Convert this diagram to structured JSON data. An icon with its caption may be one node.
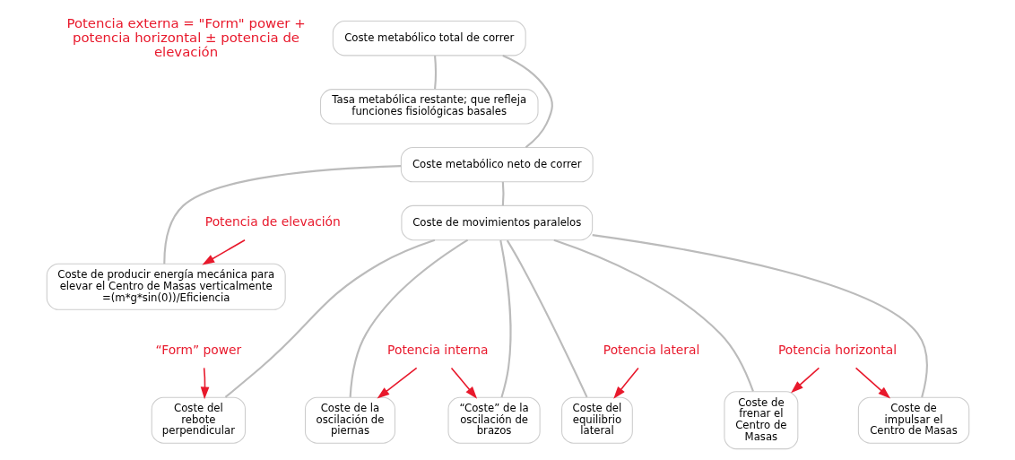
{
  "diagram": {
    "nodes": [
      {
        "text": [
          "Coste metabólico total de correr"
        ]
      },
      {
        "text": [
          "Tasa metabólica restante; que refleja funciones fisiológicas basales"
        ]
      },
      {
        "text": [
          "Coste metabólico neto de correr"
        ]
      },
      {
        "text": [
          "Coste de movimientos paralelos"
        ]
      },
      {
        "text": [
          "Coste de producir energía mecánica para elevar el Centro de Masas verticalmente =(m*g*sin(0))/Eficiencia"
        ]
      },
      {
        "text": [
          "Potencia de elevación"
        ]
      },
      {
        "text": [
          "Coste del rebote perpendicular"
        ]
      },
      {
        "text": [
          "Coste de la oscilación de piernas"
        ]
      },
      {
        "text": [
          "“Coste” de la oscilación de brazos"
        ]
      },
      {
        "text": [
          "Coste del equilibrio lateral"
        ]
      },
      {
        "text": [
          "Coste de frenar el Centro de Masas"
        ]
      },
      {
        "text": [
          "Coste de impulsar el Centro de Masas"
        ]
      },
      {
        "text": [
          "“Form” power"
        ]
      },
      {
        "text": [
          "Potencia interna"
        ]
      },
      {
        "text": [
          "Potencia lateral"
        ]
      },
      {
        "text": [
          "Potencia horizontal"
        ]
      }
    ],
    "edges": [
      {
        "from": 0,
        "to": 1,
        "arrow": "none"
      },
      {
        "from": 0,
        "to": 2,
        "arrow": "none"
      },
      {
        "from": 2,
        "to": 3,
        "arrow": "none"
      },
      {
        "from": 2,
        "to": 4,
        "arrow": "none"
      },
      {
        "from": 5,
        "to": 4,
        "arrow": "to",
        "color": "#e8192c"
      },
      {
        "from": 3,
        "to": 6,
        "arrow": "none"
      },
      {
        "from": 3,
        "to": 7,
        "arrow": "none"
      },
      {
        "from": 3,
        "to": 8,
        "arrow": "none"
      },
      {
        "from": 3,
        "to": 9,
        "arrow": "none"
      },
      {
        "from": 3,
        "to": 10,
        "arrow": "none"
      },
      {
        "from": 3,
        "to": 11,
        "arrow": "none"
      },
      {
        "from": 12,
        "to": 6,
        "arrow": "to",
        "color": "#e8192c"
      },
      {
        "from": 13,
        "to": 7,
        "arrow": "to",
        "color": "#e8192c"
      },
      {
        "from": 13,
        "to": 8,
        "arrow": "to",
        "color": "#e8192c"
      },
      {
        "from": 14,
        "to": 9,
        "arrow": "to",
        "color": "#e8192c"
      },
      {
        "from": 15,
        "to": 10,
        "arrow": "to",
        "color": "#e8192c"
      },
      {
        "from": 15,
        "to": 11,
        "arrow": "to",
        "color": "#e8192c"
      }
    ],
    "labels": [
      "Potencia externa = \"Form\" power + potencia horizontal ± potencia de elevación"
    ]
  }
}
